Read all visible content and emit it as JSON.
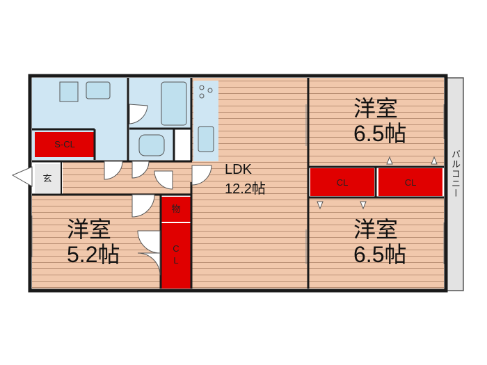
{
  "rooms": {
    "western_top": {
      "name": "洋室",
      "size": "6.5帖"
    },
    "western_bottom": {
      "name": "洋室",
      "size": "6.5帖"
    },
    "western_left": {
      "name": "洋室",
      "size": "5.2帖"
    },
    "ldk": {
      "name": "LDK",
      "size": "12.2帖"
    }
  },
  "storage": {
    "s_cl": "S-CL",
    "cl_right_1": "CL",
    "cl_right_2": "CL",
    "mono": "物",
    "cl_vertical": "C\nL"
  },
  "entrance": "玄",
  "balcony": "バルコニー",
  "colors": {
    "floor_wood": "#f1c8ac",
    "floor_line": "#b98f74",
    "wet_area": "#cfe6f3",
    "storage_red": "#e00000",
    "wall": "#1a1a1a",
    "balcony": "#e3e3e3"
  }
}
